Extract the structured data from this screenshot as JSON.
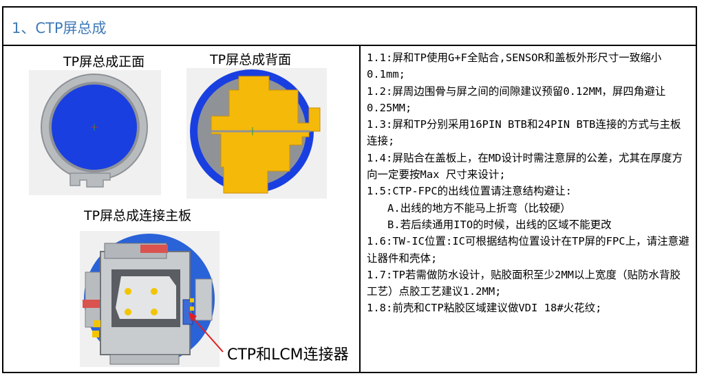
{
  "section_title": "1、CTP屏总成",
  "captions": {
    "front": "TP屏总成正面",
    "back": "TP屏总成背面",
    "mainboard": "TP屏总成连接主板"
  },
  "callout_label": "CTP和LCM连接器",
  "notes": [
    "1.1:屏和TP使用G+F全贴合,SENSOR和盖板外形尺寸一致缩小0.1mm;",
    "1.2:屏周边围骨与屏之间的间隙建议预留0.12MM，屏四角避让0.25MM;",
    "1.3:屏和TP分别采用16PIN BTB和24PIN BTB连接的方式与主板连接;",
    "1.4:屏贴合在盖板上，在MD设计时需注意屏的公差，尤其在厚度方向一定要按Max 尺寸来设计;",
    "1.5:CTP-FPC的出线位置请注意结构避让:",
    "A.出线的地方不能马上折弯（比较硬）",
    "B.若后续通用ITO的时候，出线的区域不能更改",
    "1.6:TW-IC位置:IC可根据结构位置设计在TP屏的FPC上，请注意避让器件和壳体;",
    "1.7:TP若需做防水设计，贴胶面积至少2MM以上宽度（贴防水背胶工艺）点胶工艺建议1.2MM;",
    "1.8:前壳和CTP粘胶区域建议做VDI 18#火花纹;"
  ],
  "colors": {
    "title_blue": "#3f7ab8",
    "panel_blue": "#1a3fe0",
    "fpc_yellow": "#f5b90a",
    "arrow_red": "#e02020"
  }
}
